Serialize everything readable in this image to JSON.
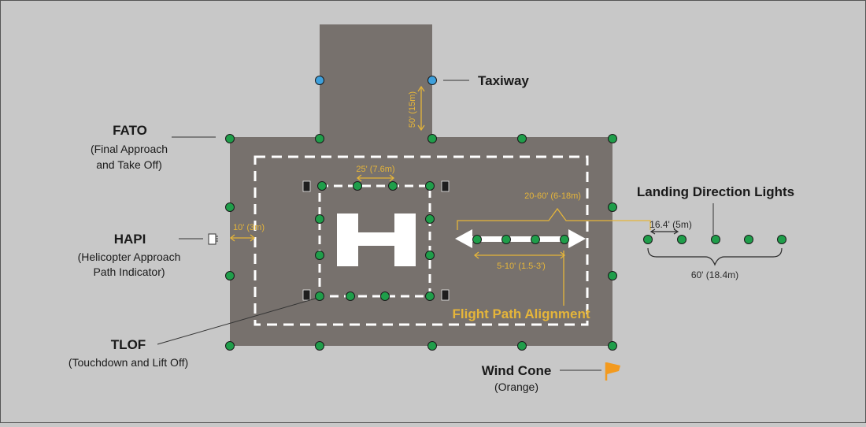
{
  "colors": {
    "background": "#c8c8c8",
    "pad": "#77716d",
    "marking": "#ffffff",
    "green_light": "#1f9e4a",
    "blue_light": "#3ea0dc",
    "dimension": "#e5b53a",
    "wind_cone": "#f39a1e",
    "text": "#1a1a1a"
  },
  "labels": {
    "taxiway": "Taxiway",
    "fato_title": "FATO",
    "fato_sub_1": "(Final Approach",
    "fato_sub_2": "and Take Off)",
    "hapi_title": "HAPI",
    "hapi_sub_1": "(Helicopter Approach",
    "hapi_sub_2": "Path Indicator)",
    "tlof_title": "TLOF",
    "tlof_sub": "(Touchdown and Lift Off)",
    "landing_direction_lights": "Landing Direction Lights",
    "wind_cone_title": "Wind Cone",
    "wind_cone_sub": "(Orange)",
    "flight_path_alignment": "Flight Path Alignment",
    "helipad_marking": "H"
  },
  "dimensions": {
    "taxiway_length": "50' (15m)",
    "tlof_light_spacing": "25' (7.6m)",
    "edge_offset": "10' (3m)",
    "fpa_offset": "20-60' (6-18m)",
    "fpa_light_spacing": "5-10' (1.5-3')",
    "ldl_first_spacing": "16.4' (5m)",
    "ldl_total_length": "60' (18.4m)"
  },
  "icons": {
    "hapi": "hapi-lamp-icon",
    "wind_cone": "wind-cone-flag-icon"
  }
}
